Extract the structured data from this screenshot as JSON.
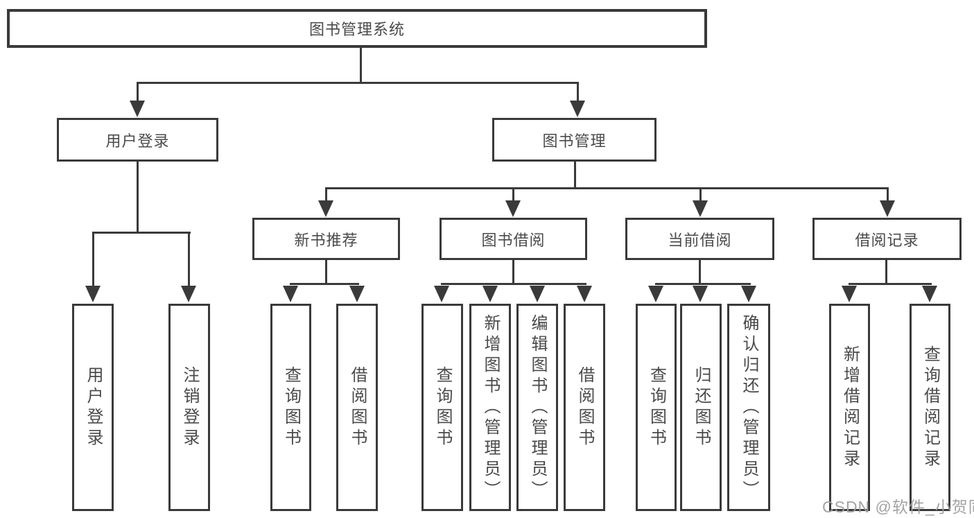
{
  "tree": {
    "root": "图书管理系统",
    "level2": [
      {
        "label": "用户登录",
        "children": [
          "用户登录",
          "注销登录"
        ]
      },
      {
        "label": "图书管理"
      }
    ],
    "level3": [
      {
        "label": "新书推荐",
        "children": [
          "查询图书",
          "借阅图书"
        ]
      },
      {
        "label": "图书借阅",
        "children": [
          "查询图书",
          "新增图书（管理员）",
          "编辑图书（管理员）",
          "借阅图书"
        ]
      },
      {
        "label": "当前借阅",
        "children": [
          "查询图书",
          "归还图书",
          "确认归还（管理员）"
        ]
      },
      {
        "label": "借阅记录",
        "children": [
          "新增借阅记录",
          "查询借阅记录"
        ]
      }
    ]
  },
  "watermark": "CSDN @软件_小贺同学",
  "colors": {
    "line": "#3a3a3a",
    "text": "#4a4a4a",
    "watermark": "#9e9e9e",
    "background": "#ffffff"
  }
}
